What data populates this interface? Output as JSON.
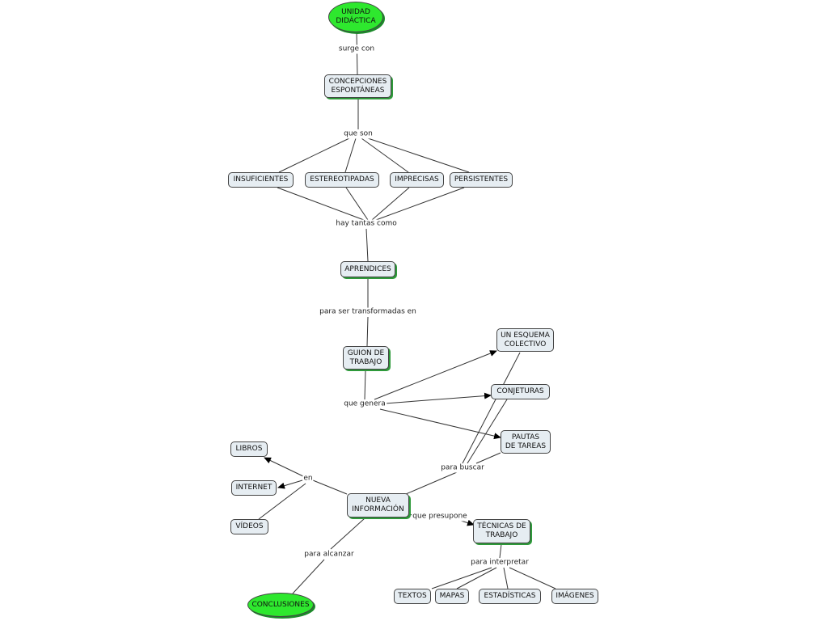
{
  "concepts": {
    "unidad": "UNIDAD\nDIDÁCTICA",
    "concepciones": "CONCEPCIONES\nESPONTÁNEAS",
    "insuficientes": "INSUFICIENTES",
    "estereotipadas": "ESTEREOTIPADAS",
    "imprecisas": "IMPRECISAS",
    "persistentes": "PERSISTENTES",
    "aprendices": "APRENDICES",
    "guion": "GUION DE\nTRABAJO",
    "esquema": "UN ESQUEMA\nCOLECTIVO",
    "conjeturas": "CONJETURAS",
    "pautas": "PAUTAS\nDE TAREAS",
    "libros": "LIBROS",
    "internet": "INTERNET",
    "videos": "VÍDEOS",
    "nueva": "NUEVA\nINFORMACIÓN",
    "tecnicas": "TÉCNICAS DE\nTRABAJO",
    "conclusiones": "CONCLUSIONES",
    "textos": "TEXTOS",
    "mapas": "MAPAS",
    "estadisticas": "ESTADÍSTICAS",
    "imagenes": "IMÁGENES"
  },
  "links": {
    "surge_con": "surge con",
    "que_son": "que son",
    "hay_tantas_como": "hay tantas como",
    "para_ser_transformadas_en": "para ser transformadas en",
    "que_genera": "que genera",
    "para_buscar": "para buscar",
    "en": "en",
    "que_presupone": "que presupone",
    "para_alcanzar": "para alcanzar",
    "para_interpretar": "para interpretar"
  },
  "colors": {
    "highlight_oval": "#2ee82e",
    "node_fill": "#e6edf2",
    "shadow": "#2e9a3a"
  }
}
